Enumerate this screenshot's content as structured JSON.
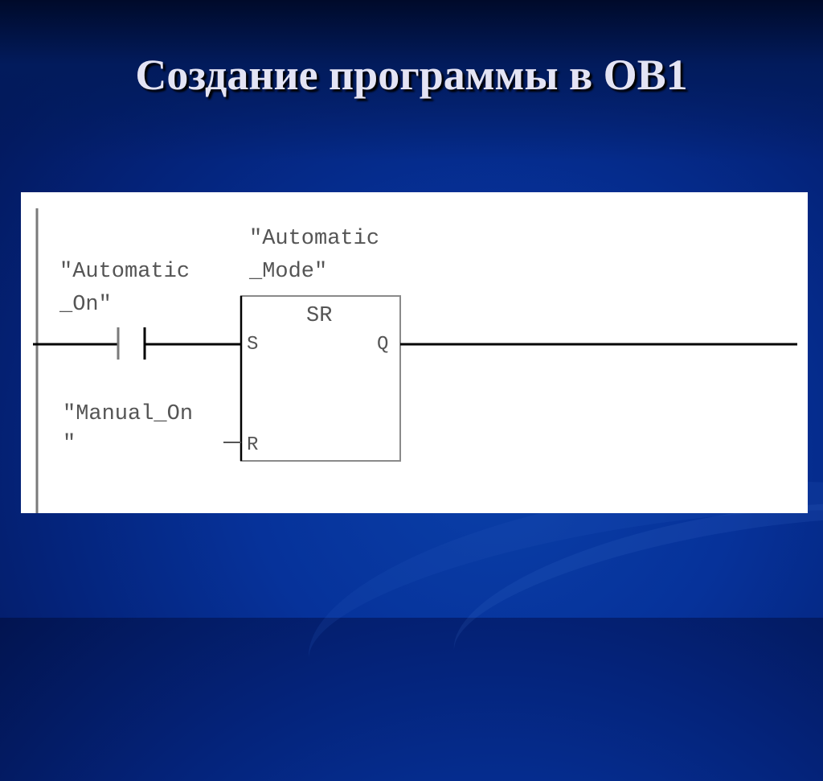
{
  "slide": {
    "title": "Создание программы в OB1"
  },
  "ladder": {
    "contact": {
      "symbol_line1": "\"Automatic",
      "symbol_line2": "_On\""
    },
    "sr_block": {
      "output_symbol_line1": "\"Automatic",
      "output_symbol_line2": "_Mode\"",
      "block_label": "SR",
      "set_pin": "S",
      "reset_pin": "R",
      "output_pin": "Q"
    },
    "reset_input": {
      "symbol_line1": "\"Manual_On",
      "symbol_line2": "\""
    }
  },
  "colors": {
    "background_blue": "#06329a",
    "title_text": "#e4e4f4",
    "diagram_bg": "#ffffff",
    "wire": "#000000",
    "block_border": "#8a8a8a",
    "diagram_text": "#555555"
  }
}
